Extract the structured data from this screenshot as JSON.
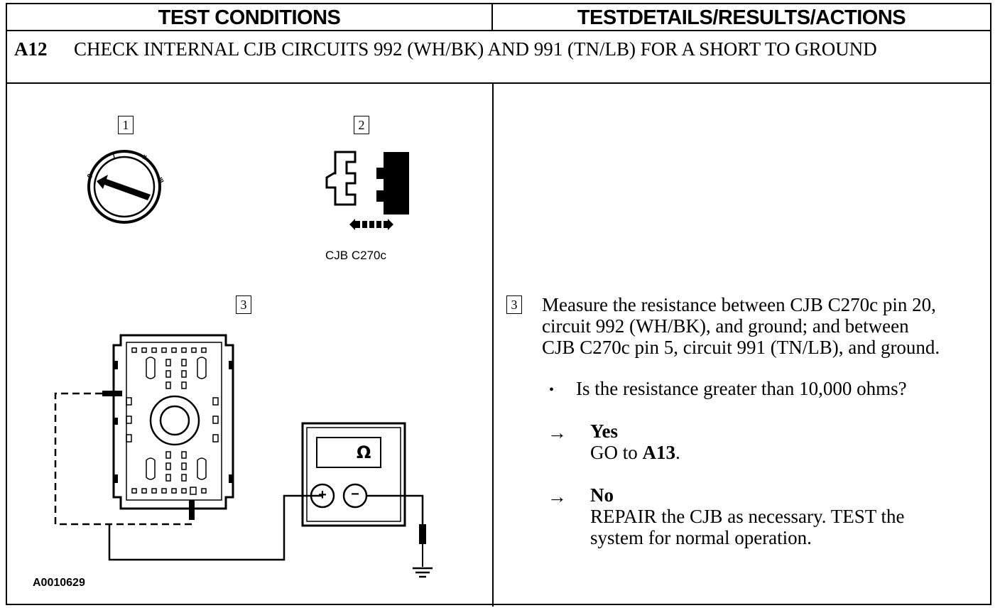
{
  "header": {
    "left": "TEST CONDITIONS",
    "right": "TESTDETAILS/RESULTS/ACTIONS"
  },
  "step": {
    "number": "A12",
    "title": "CHECK INTERNAL CJB CIRCUITS 992 (WH/BK) AND 991 (TN/LB) FOR A SHORT TO GROUND"
  },
  "test_conditions": {
    "callouts": [
      "1",
      "2",
      "3"
    ],
    "connector_label": "CJB C270c",
    "meter_symbol": "Ω",
    "meter_plus": "+",
    "meter_minus": "−",
    "ignition_positions": [
      "0",
      "I",
      "II",
      "III"
    ],
    "figure_id": "A0010629",
    "icons": [
      "ignition-switch-off-icon",
      "connector-disconnect-icon",
      "ohmmeter-icon",
      "ground-symbol-icon"
    ]
  },
  "details": {
    "callout": "3",
    "instruction": "Measure the resistance between CJB C270c pin 20,\ncircuit 992 (WH/BK), and ground; and between\nCJB C270c pin 5, circuit 991 (TN/LB), and ground.",
    "bullet": "•",
    "question": "Is the resistance greater than 10,000 ohms?",
    "arrow": "→",
    "yes_label": "Yes",
    "yes_action_prefix": "GO to ",
    "yes_action_target": "A13",
    "yes_action_suffix": ".",
    "no_label": "No",
    "no_action": "REPAIR the CJB as necessary. TEST the\nsystem for normal operation."
  }
}
